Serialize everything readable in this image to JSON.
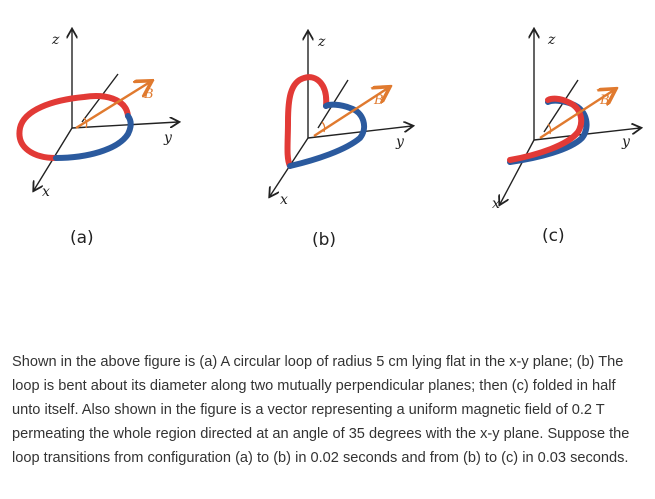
{
  "axes": {
    "x": "x",
    "y": "y",
    "z": "z"
  },
  "field_vector_label": "B",
  "panels": [
    {
      "label": "(a)"
    },
    {
      "label": "(b)"
    },
    {
      "label": "(c)"
    }
  ],
  "colors": {
    "loop_red": "#e23a36",
    "loop_blue": "#2b5a9e",
    "field_arrow": "#e07a2f",
    "axes": "#222222"
  },
  "problem_text": "Shown in the above figure is (a) A circular loop of radius 5 cm lying flat in the x-y plane; (b) The loop is bent about its diameter along two mutually perpendicular planes; then (c) folded in half unto itself.  Also shown in the figure is a vector representing a uniform magnetic field of 0.2 T permeating the whole region directed at an angle of 35 degrees with the x-y plane. Suppose the loop transitions from configuration (a) to (b) in 0.02 seconds and from (b) to (c) in 0.03 seconds."
}
